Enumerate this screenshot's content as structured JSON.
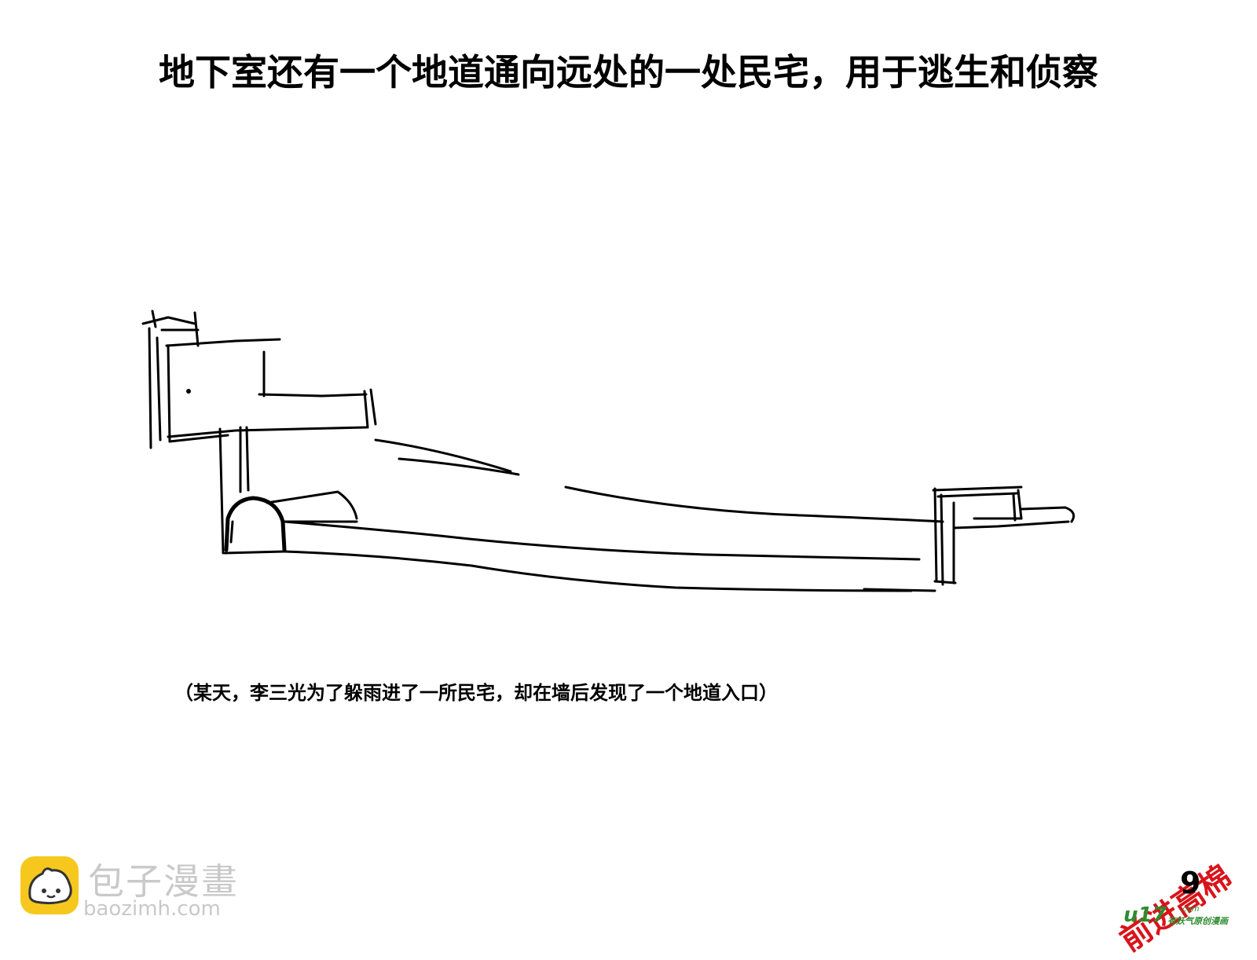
{
  "title": "地下室还有一个地道通向远处的一处民宅，用于逃生和侦察",
  "caption": "（某天，李三光为了躲雨进了一所民宅，却在墙后发现了一个地道入口）",
  "watermark": {
    "name": "包子漫畫",
    "url": "baozimh.com",
    "logo_color": "#f6c81d"
  },
  "corner_brand": {
    "stamp": "前进高棉",
    "page_number": "9",
    "site": "u17",
    "site_suffix": ".com",
    "slogan": "有妖气原创漫画",
    "stamp_color": "#d8141a",
    "site_color": "#2e8b2e"
  }
}
